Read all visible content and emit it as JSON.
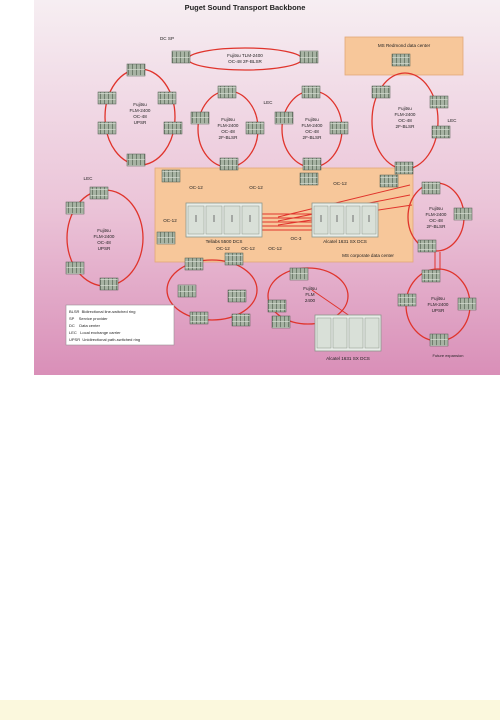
{
  "diagram": {
    "title": "Puget Sound Transport Backbone",
    "colors": {
      "bg_top": "#f6eef2",
      "bg_bottom": "#d98fb8",
      "ring": "#e0342c",
      "facility": "#f7c79a",
      "node_fill": "#a7b3a3",
      "bottom_strip": "#fbf8dd"
    },
    "labels": {
      "dc_sp": "DC SP",
      "fujitsu_top": "Fujitsu TLM-2400",
      "fujitsu_top_sub": "OC-48 2F-BLSR",
      "ms_redmond": "MS Redmond data center",
      "ring_left_1": "Fujitsu",
      "ring_left_2": "FLM-2400",
      "ring_left_3": "OC-48",
      "ring_left_4": "UPSR",
      "ring_c1_1": "Fujitsu",
      "ring_c1_2": "FLM-2400",
      "ring_c1_3": "OC-48",
      "ring_c1_4": "2F-BLSR",
      "lec_a": "LEC",
      "ring_c2_1": "Fujitsu",
      "ring_c2_2": "FLM-2400",
      "ring_c2_3": "OC-48",
      "ring_c2_4": "2F-BLSR",
      "ring_r_1": "Fujitsu",
      "ring_r_2": "FLM-2400",
      "ring_r_3": "OC-48",
      "ring_r_4": "2F-BLSR",
      "lec_b": "LEC",
      "oc12_a": "OC-12",
      "oc12_b": "OC-12",
      "oc12_c": "OC-12",
      "oc12_d": "OC-12",
      "lec_c": "LEC",
      "ring_ll_1": "Fujitsu",
      "ring_ll_2": "FLM-2400",
      "ring_ll_3": "OC-48",
      "ring_ll_4": "UPSR",
      "tellabs": "Tellabs 5500 DCS",
      "alcatel": "Alcatel 1631 SX DCS",
      "oc3": "OC-3",
      "ms_corp": "MS corporate data center",
      "oc12_e": "OC-12",
      "oc12_f": "OC-12",
      "oc12_g": "OC-12",
      "ring_r2_1": "Fujitsu",
      "ring_r2_2": "FLM-2400",
      "ring_r2_3": "OC-48",
      "ring_r2_4": "2F-BLSR",
      "ring_bc_1": "Fujitsu",
      "ring_bc_2": "FLM",
      "ring_bc_3": "2400",
      "ring_br_1": "Fujitsu",
      "ring_br_2": "FLM-2400",
      "ring_br_3": "UPSR",
      "alcatel_bottom": "Alcatel 1631 SX DCS",
      "future": "Future expansion",
      "legend": [
        "BLSR  Bidirectional line-switched ring",
        "SP    Service provider",
        "DC    Data center",
        "LEC   Local exchange carrier",
        "UPSR  Unidirectional path-switched ring"
      ]
    }
  }
}
